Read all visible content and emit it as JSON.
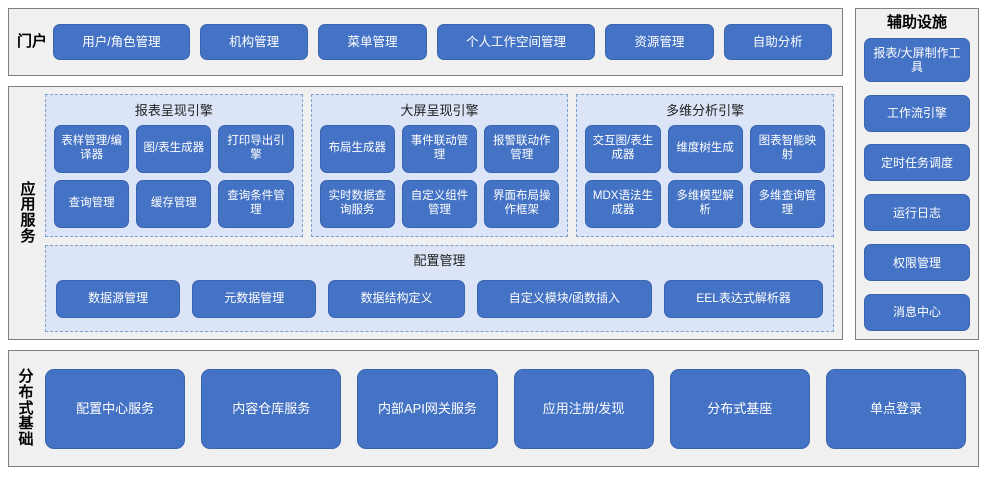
{
  "diagram": {
    "type": "layered-architecture",
    "colors": {
      "button_fill": "#4472c4",
      "button_text": "#ffffff",
      "band_fill": "#f0f0f0",
      "band_border": "#808080",
      "group_fill": "#dbe5f7",
      "group_border": "#7f9fce",
      "page_background": "#ffffff"
    }
  },
  "portal": {
    "label": "门户",
    "items": [
      {
        "label": "用户/角色管理"
      },
      {
        "label": "机构管理"
      },
      {
        "label": "菜单管理"
      },
      {
        "label": "个人工作空间管理"
      },
      {
        "label": "资源管理"
      },
      {
        "label": "自助分析"
      }
    ]
  },
  "aux": {
    "title": "辅助设施",
    "items": [
      {
        "label": "报表/大屏制作工具",
        "tall": true
      },
      {
        "label": "工作流引擎",
        "tall": false
      },
      {
        "label": "定时任务调度",
        "tall": false
      },
      {
        "label": "运行日志",
        "tall": false
      },
      {
        "label": "权限管理",
        "tall": false
      },
      {
        "label": "消息中心",
        "tall": false
      }
    ]
  },
  "app_service": {
    "label": "应用服务",
    "engines": [
      {
        "title": "报表呈现引擎",
        "items": [
          {
            "label": "表样管理/编译器"
          },
          {
            "label": "图/表生成器"
          },
          {
            "label": "打印导出引擎"
          },
          {
            "label": "查询管理"
          },
          {
            "label": "缓存管理"
          },
          {
            "label": "查询条件管理"
          }
        ]
      },
      {
        "title": "大屏呈现引擎",
        "items": [
          {
            "label": "布局生成器"
          },
          {
            "label": "事件联动管理"
          },
          {
            "label": "报警联动作管理"
          },
          {
            "label": "实时数据查询服务"
          },
          {
            "label": "自定义组件管理"
          },
          {
            "label": "界面布局操作框架"
          }
        ]
      },
      {
        "title": "多维分析引擎",
        "items": [
          {
            "label": "交互图/表生成器"
          },
          {
            "label": "维度树生成"
          },
          {
            "label": "图表智能映射"
          },
          {
            "label": "MDX语法生成器"
          },
          {
            "label": "多维模型解析"
          },
          {
            "label": "多维查询管理"
          }
        ]
      }
    ],
    "config": {
      "title": "配置管理",
      "items": [
        {
          "label": "数据源管理"
        },
        {
          "label": "元数据管理"
        },
        {
          "label": "数据结构定义"
        },
        {
          "label": "自定义模块/函数插入"
        },
        {
          "label": "EEL表达式解析器"
        }
      ]
    }
  },
  "infrastructure": {
    "label": "分布式基础",
    "items": [
      {
        "label": "配置中心服务"
      },
      {
        "label": "内容仓库服务"
      },
      {
        "label": "内部API网关服务"
      },
      {
        "label": "应用注册/发现"
      },
      {
        "label": "分布式基座"
      },
      {
        "label": "单点登录"
      }
    ]
  }
}
